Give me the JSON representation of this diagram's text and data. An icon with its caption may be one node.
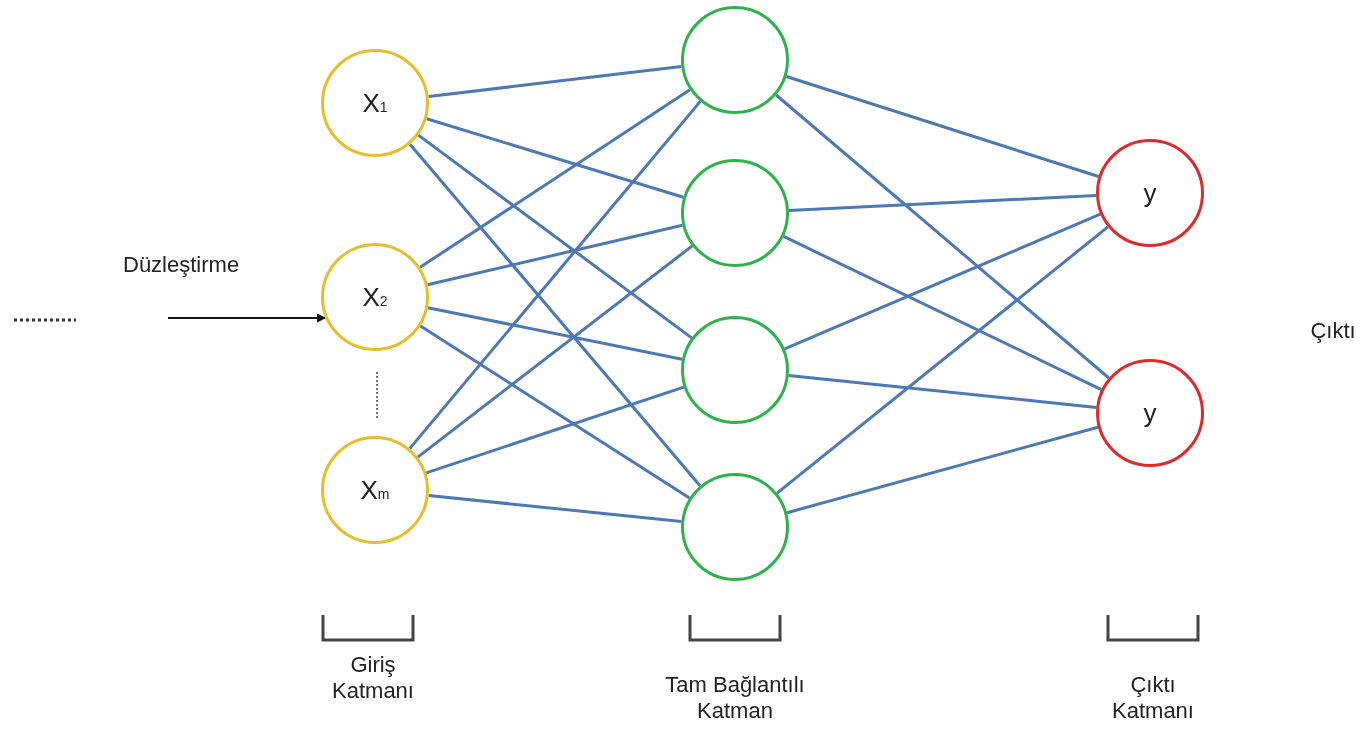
{
  "diagram": {
    "nodes": [
      {
        "text": [
          "X$_{1}$"
        ]
      },
      {
        "text": [
          "X$_{2}$"
        ]
      },
      {
        "text": [
          "X$_{m}$"
        ]
      },
      {
        "text": [],
        "shape": "circle"
      },
      {
        "text": [],
        "shape": "circle"
      },
      {
        "text": [],
        "shape": "circle"
      },
      {
        "text": [],
        "shape": "circle"
      },
      {
        "text": [
          "y"
        ]
      },
      {
        "text": [
          "y"
        ]
      }
    ],
    "edges": [
      {
        "from": null,
        "to": 1,
        "arrow": "to",
        "label": "Düzleştirme",
        "color": "#111111"
      },
      {
        "from": 0,
        "to": 3,
        "arrow": "none"
      },
      {
        "from": 0,
        "to": 4,
        "arrow": "none"
      },
      {
        "from": 0,
        "to": 5,
        "arrow": "none"
      },
      {
        "from": 0,
        "to": 6,
        "arrow": "none"
      },
      {
        "from": 1,
        "to": 3,
        "arrow": "none"
      },
      {
        "from": 1,
        "to": 4,
        "arrow": "none"
      },
      {
        "from": 1,
        "to": 5,
        "arrow": "none"
      },
      {
        "from": 1,
        "to": 6,
        "arrow": "none"
      },
      {
        "from": 2,
        "to": 3,
        "arrow": "none"
      },
      {
        "from": 2,
        "to": 4,
        "arrow": "none"
      },
      {
        "from": 2,
        "to": 5,
        "arrow": "none"
      },
      {
        "from": 2,
        "to": 6,
        "arrow": "none"
      },
      {
        "from": 3,
        "to": 7,
        "arrow": "none"
      },
      {
        "from": 3,
        "to": 8,
        "arrow": "none"
      },
      {
        "from": 4,
        "to": 7,
        "arrow": "none"
      },
      {
        "from": 4,
        "to": 8,
        "arrow": "none"
      },
      {
        "from": 5,
        "to": 7,
        "arrow": "none"
      },
      {
        "from": 5,
        "to": 8,
        "arrow": "none"
      },
      {
        "from": 6,
        "to": 7,
        "arrow": "none"
      },
      {
        "from": 6,
        "to": 8,
        "arrow": "none"
      }
    ],
    "labels": [
      "Çıktı",
      "Giriş Katmanı",
      "Tam Bağlantılı Katman",
      "Çıktı Katmanı"
    ]
  }
}
